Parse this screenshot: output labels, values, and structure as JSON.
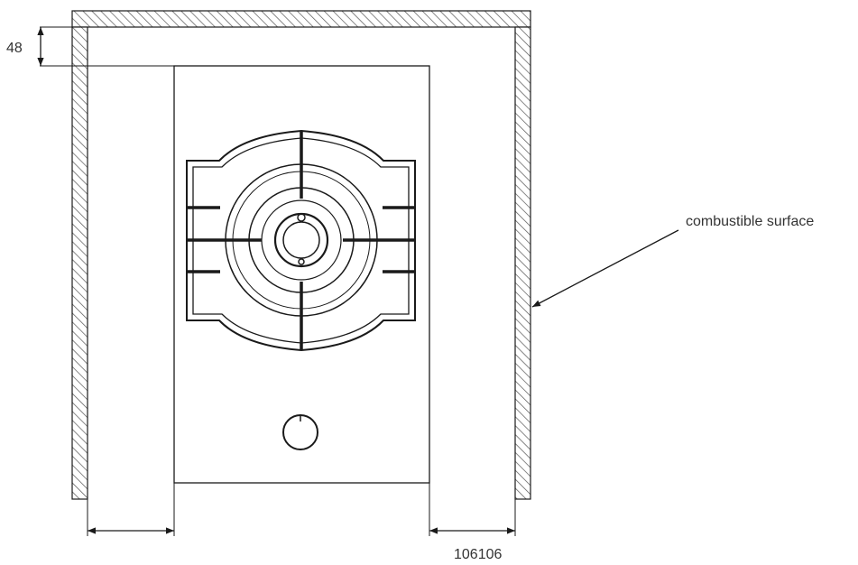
{
  "dimensions": {
    "top_clearance": "48",
    "bottom_right": "106106"
  },
  "annotations": {
    "combustible_surface": "combustible surface"
  },
  "icons": {
    "burner": "burner-icon",
    "control_knob": "knob-icon"
  },
  "colors": {
    "line": "#1a1a1a",
    "hatch": "#555555",
    "text": "#333333"
  }
}
